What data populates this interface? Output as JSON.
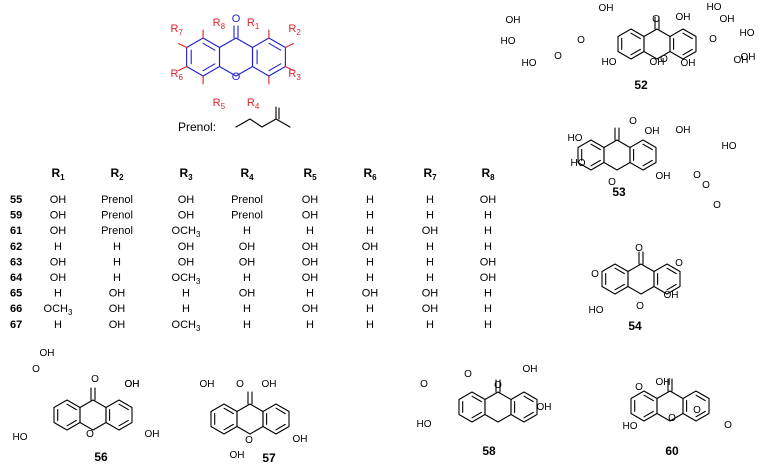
{
  "colors": {
    "core": "#1f1fd0",
    "substituent": "#e0202a",
    "ink": "#000000"
  },
  "scaffold": {
    "carbonyl": "O",
    "ring_oxygen": "O",
    "labels": [
      "R1",
      "R2",
      "R3",
      "R4",
      "R5",
      "R6",
      "R7",
      "R8"
    ]
  },
  "prenol": {
    "label": "Prenol:"
  },
  "table": {
    "headers": [
      "R1",
      "R2",
      "R3",
      "R4",
      "R5",
      "R6",
      "R7",
      "R8"
    ],
    "rows": [
      {
        "id": "55",
        "cells": [
          "OH",
          "Prenol",
          "OH",
          "Prenol",
          "OH",
          "H",
          "H",
          "OH"
        ]
      },
      {
        "id": "59",
        "cells": [
          "OH",
          "Prenol",
          "OH",
          "Prenol",
          "OH",
          "H",
          "H",
          "H"
        ]
      },
      {
        "id": "61",
        "cells": [
          "OH",
          "Prenol",
          "OCH3",
          "H",
          "H",
          "H",
          "OH",
          "H"
        ]
      },
      {
        "id": "62",
        "cells": [
          "H",
          "H",
          "OH",
          "OH",
          "OH",
          "OH",
          "H",
          "H"
        ]
      },
      {
        "id": "63",
        "cells": [
          "OH",
          "H",
          "OH",
          "OH",
          "OH",
          "H",
          "H",
          "OH"
        ]
      },
      {
        "id": "64",
        "cells": [
          "OH",
          "H",
          "OCH3",
          "H",
          "OH",
          "H",
          "H",
          "OH"
        ]
      },
      {
        "id": "65",
        "cells": [
          "H",
          "OH",
          "H",
          "OH",
          "H",
          "OH",
          "OH",
          "H"
        ]
      },
      {
        "id": "66",
        "cells": [
          "OCH3",
          "OH",
          "H",
          "H",
          "OH",
          "H",
          "OH",
          "H"
        ]
      },
      {
        "id": "67",
        "cells": [
          "H",
          "OH",
          "OCH3",
          "H",
          "H",
          "H",
          "H",
          "H"
        ]
      }
    ]
  },
  "compounds": [
    {
      "id": "52",
      "groups": [
        "OH",
        "OH",
        "HO",
        "HO",
        "O",
        "O",
        "HO",
        "O",
        "OH",
        "OH",
        "HO",
        "HO",
        "O",
        "O",
        "OH",
        "OH",
        "OH",
        "OH"
      ]
    },
    {
      "id": "53",
      "groups": [
        "OH",
        "OH",
        "HO",
        "HO",
        "O",
        "O",
        "OH",
        "HO",
        "O",
        "O",
        "O"
      ]
    },
    {
      "id": "54",
      "groups": [
        "O",
        "O",
        "O",
        "OH",
        "HO",
        "O"
      ]
    },
    {
      "id": "56",
      "groups": [
        "OH",
        "O",
        "O",
        "OH",
        "HO",
        "O",
        "OH",
        "OH"
      ]
    },
    {
      "id": "57",
      "groups": [
        "OH",
        "OH",
        "O",
        "O",
        "OH",
        "OH"
      ]
    },
    {
      "id": "58",
      "groups": [
        "O",
        "O",
        "O",
        "OH",
        "OH",
        "HO"
      ]
    },
    {
      "id": "60",
      "groups": [
        "OH",
        "O",
        "O",
        "HO",
        "O",
        "O"
      ]
    }
  ]
}
